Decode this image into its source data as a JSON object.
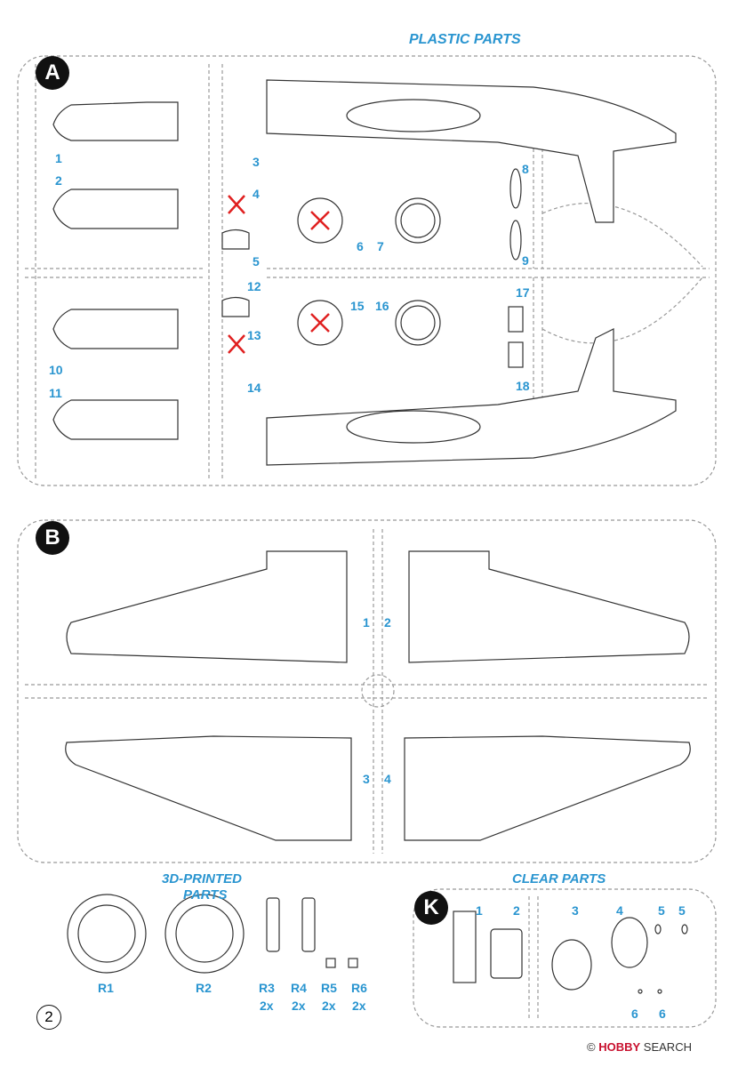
{
  "sections": {
    "plastic_title": "PLASTIC PARTS",
    "printed_title_l1": "3D-PRINTED",
    "printed_title_l2": "PARTS",
    "clear_title": "CLEAR PARTS"
  },
  "sprues": {
    "a": "A",
    "b": "B",
    "k": "K"
  },
  "parts_a": [
    "1",
    "2",
    "3",
    "4",
    "5",
    "6",
    "7",
    "8",
    "9",
    "10",
    "11",
    "12",
    "13",
    "14",
    "15",
    "16",
    "17",
    "18"
  ],
  "parts_b": [
    "1",
    "2",
    "3",
    "4"
  ],
  "parts_r": [
    {
      "label": "R1",
      "qty": ""
    },
    {
      "label": "R2",
      "qty": ""
    },
    {
      "label": "R3",
      "qty": "2x"
    },
    {
      "label": "R4",
      "qty": "2x"
    },
    {
      "label": "R5",
      "qty": "2x"
    },
    {
      "label": "R6",
      "qty": "2x"
    }
  ],
  "parts_k": [
    "1",
    "2",
    "3",
    "4",
    "5",
    "5",
    "6",
    "6"
  ],
  "page_number": "2",
  "watermark": {
    "brand": "HOBBY",
    "rest": "SEARCH",
    "copyright": "©"
  },
  "colors": {
    "accent": "#2a95d0",
    "ink": "#333333",
    "remove": "#e02020"
  }
}
